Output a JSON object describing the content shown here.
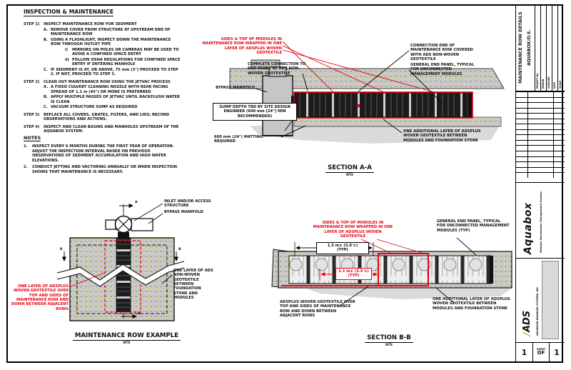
{
  "colors": {
    "red": "#e60012",
    "green": "#a6ce39",
    "stone_gray": "#cbcbcb",
    "speck_yellow": "#e3cf00"
  },
  "inspection": {
    "title": "INSPECTION & MAINTENANCE",
    "steps": [
      {
        "label": "STEP 1)",
        "text": "INSPECT MAINTENANCE ROW FOR SEDIMENT",
        "indent": 0
      },
      {
        "label": "A.",
        "text": "REMOVE COVER FROM STRUCTURE AT UPSTREAM END OF MAINTENANCE ROW",
        "indent": 1
      },
      {
        "label": "B.",
        "text": "USING A FLASHLIGHT, INSPECT DOWN THE MAINTENANCE ROW THROUGH OUTLET PIPE",
        "indent": 1
      },
      {
        "label": "i)",
        "text": "MIRRORS ON POLES OR CAMERAS MAY BE USED TO AVOID A CONFINED SPACE ENTRY",
        "indent": 2
      },
      {
        "label": "ii)",
        "text": "FOLLOW OSHA REGULATIONS FOR CONFINED SPACE ENTRY IF ENTERING MANHOLE",
        "indent": 2
      },
      {
        "label": "C.",
        "text": "IF SEDIMENT IS AT, OR ABOVE, 75 mm (3\") PROCEED TO STEP 2. IF NOT, PROCEED TO STEP 3.",
        "indent": 1
      },
      {
        "label": "STEP 2)",
        "text": "CLEAN OUT MAINTENANCE ROW USING THE JETVAC PROCESS",
        "indent": 0
      },
      {
        "label": "A.",
        "text": "A FIXED CULVERT CLEANING NOZZLE WITH REAR FACING SPREAD OF 1.1 m (45\") OR MORE IS PREFERRED",
        "indent": 1
      },
      {
        "label": "B.",
        "text": "APPLY MULTIPLE PASSES OF JETVAC UNTIL BACKFLUSH WATER IS CLEAN",
        "indent": 1
      },
      {
        "label": "C.",
        "text": "VACUUM STRUCTURE SUMP AS REQUIRED",
        "indent": 1
      },
      {
        "label": "STEP 3)",
        "text": "REPLACE ALL COVERS, GRATES, FILTERS, AND LIDS; RECORD OBSERVATIONS AND ACTIONS.",
        "indent": 0
      },
      {
        "label": "STEP 4)",
        "text": "INSPECT AND CLEAN BASINS AND MANHOLES UPSTREAM OF THE AQUABOX SYSTEM.",
        "indent": 0
      }
    ]
  },
  "notes": {
    "title": "NOTES",
    "items": [
      {
        "label": "1.",
        "text": "INSPECT EVERY 6 MONTHS DURING THE FIRST YEAR OF OPERATION. ADJUST THE INSPECTION INTERVAL BASED ON PREVIOUS OBSERVATIONS OF SEDIMENT ACCUMULATION AND HIGH WATER ELEVATIONS."
      },
      {
        "label": "2.",
        "text": "CONDUCT JETTING AND VACTORING ANNUALLY OR WHEN INSPECTION SHOWS THAT MAINTENANCE IS NECESSARY."
      }
    ]
  },
  "section_aa": {
    "title": "SECTION A-A",
    "scale": "NTS",
    "label_wrap": "SIDES & TOP OF MODULES IN MAINTENANCE ROW WRAPPED IN ONE LAYER OF ADSPLUS WOVEN GEOTEXTILE",
    "label_connection": "COMPLETE CONNECTION TO END PANEL W/ ADS NON-WOVEN GEOTEXTILE",
    "label_bypass": "BYPASS MANIFOLD",
    "label_sump": "SUMP DEPTH TBD BY SITE DESIGN ENGINEER (600 mm [24\"] MIN RECOMMENDED)",
    "label_matting": "600 mm (24\") MATTING REQUIRED",
    "label_cover_end": "CONNECTION END OF MAINTENANCE ROW COVERED WITH ADS NON-WOVEN GEOTEXTILE",
    "label_end_panel": "GENERAL END PANEL, TYPICAL FOR UNCONNECTED MANAGEMENT MODULES",
    "label_foundation": "ONE ADDITIONAL LAYER OF ADSPLUS WOVEN GEOTEXTILE BETWEEN MODULES AND FOUNDATION STONE"
  },
  "plan": {
    "title": "MAINTENANCE ROW EXAMPLE",
    "scale": "NTS",
    "label_inlet": "INLET AND/OR ACCESS STRUCTURE",
    "label_bypass": "BYPASS MANIFOLD",
    "label_wrap": "ONE LAYER OF ADSPLUS WOVEN GEOTEXTILE OVER TOP AND SIDES OF MAINTENANCE ROW AND DOWN BETWEEN ADJACENT ROWS",
    "label_under": "ONE LAYER OF ADS NON-WOVEN GEOTEXTILE BETWEEN FOUNDATION STONE AND MODULES",
    "cut_a": "A",
    "cut_b": "B"
  },
  "section_bb": {
    "title": "SECTION B-B",
    "scale": "NTS",
    "label_wrap": "SIDES & TOP OF MODULES IN MAINTENANCE ROW WRAPPED IN ONE LAYER OF ADSPLUS WOVEN GEOTEXTILE",
    "label_end_panel": "GENERAL END PANEL, TYPICAL FOR UNCONNECTED MANAGEMENT MODULES (TYP)",
    "dim_spacing": "1.5 m± (5.0'±)",
    "dim_spacing_typ": "(TYP)",
    "dim_module": "1.1 m± (3.5'±)",
    "dim_module_typ": "(TYP)",
    "label_over": "ADSPLUS WOVEN GEOTEXTILE OVER TOP AND SIDES OF MAINTENANCE ROW AND DOWN BETWEEN ADJACENT ROWS",
    "label_foundation": "ONE ADDITIONAL LAYER OF ADSPLUS WOVEN GEOTEXTILE BETWEEN MODULES AND FOUNDATION STONE"
  },
  "titleblock": {
    "title_line1": "MAINTENANCE ROW DETAILS",
    "title_line2": "AQUABOX/O.S.",
    "fields": [
      {
        "label": "PROJECT No."
      },
      {
        "label": "DRAWN"
      },
      {
        "label": "CHECKED"
      },
      {
        "label": "DATE"
      },
      {
        "label": "SCALE"
      }
    ],
    "revisions": [
      {},
      {},
      {},
      {},
      {},
      {},
      {},
      {},
      {},
      {},
      {},
      {},
      {},
      {},
      {},
      {}
    ],
    "brand_name": "Aquabox",
    "brand_tagline": "Modular Stormwater Management System",
    "logo_slash": "/",
    "logo_text": "ADS",
    "company": "ADVANCED DRAINAGE SYSTEMS, INC.",
    "sheet_label": "SHEET",
    "sheet_current": "1",
    "sheet_of": "OF",
    "sheet_total": "1"
  }
}
